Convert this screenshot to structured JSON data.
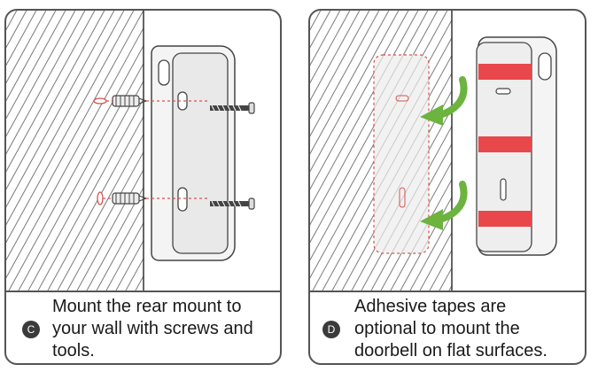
{
  "panels": {
    "c": {
      "badge": "C",
      "caption_lines": [
        "Mount the rear mount to",
        "your wall with screws and",
        "tools."
      ]
    },
    "d": {
      "badge": "D",
      "caption_lines": [
        "Adhesive tapes are",
        "optional to mount the",
        "doorbell on flat surfaces."
      ]
    }
  },
  "colors": {
    "border": "#555555",
    "hatch": "#7a7a7a",
    "device_fill": "#f2f2f2",
    "device_stroke": "#444444",
    "tape_red": "#e8474c",
    "arrow_green": "#6cb33f",
    "dashed_red": "#d9534f"
  },
  "icons": [
    "screw-icon",
    "wall-anchor-icon",
    "rear-mount-icon",
    "doorbell-icon",
    "adhesive-tape-icon",
    "curved-arrow-icon"
  ]
}
